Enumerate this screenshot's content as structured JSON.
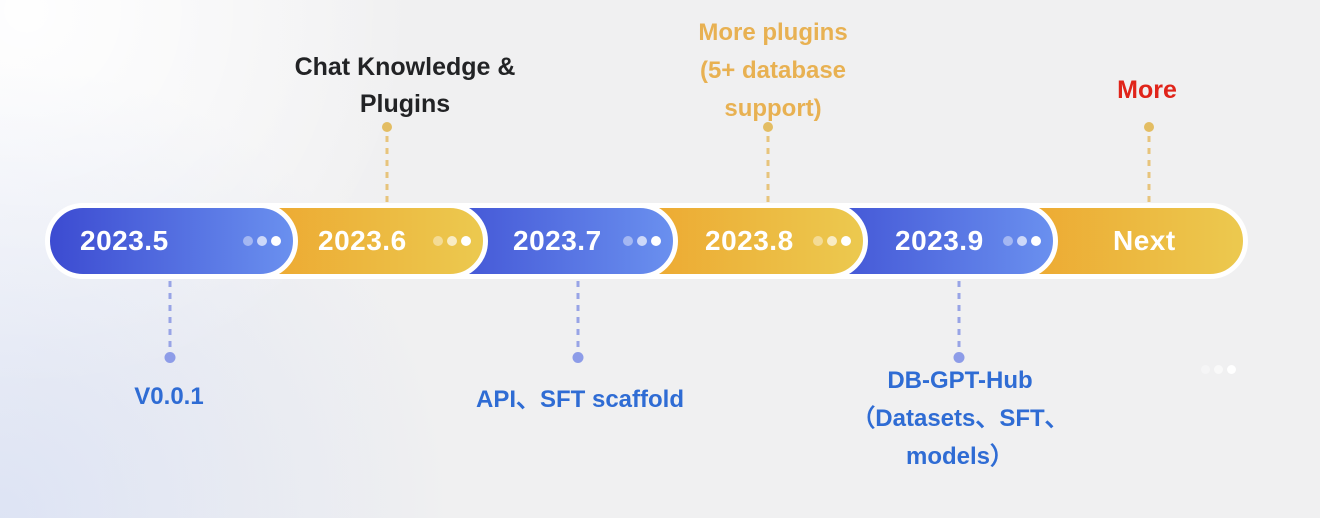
{
  "timeline": {
    "segments": [
      {
        "label": "2023.5",
        "variant": "blue",
        "has_ellipsis": true
      },
      {
        "label": "2023.6",
        "variant": "yellow",
        "has_ellipsis": true
      },
      {
        "label": "2023.7",
        "variant": "blue",
        "has_ellipsis": true
      },
      {
        "label": "2023.8",
        "variant": "yellow",
        "has_ellipsis": true
      },
      {
        "label": "2023.9",
        "variant": "blue",
        "has_ellipsis": true
      },
      {
        "label": "Next",
        "variant": "yellow",
        "has_ellipsis": false
      }
    ]
  },
  "annotations_above": [
    {
      "for": "2023.6",
      "lines": [
        "Chat Knowledge &",
        "Plugins"
      ],
      "color": "#222325"
    },
    {
      "for": "2023.8",
      "lines": [
        "More plugins",
        "(5+ database",
        "support)"
      ],
      "color": "#e8b152"
    },
    {
      "for": "Next",
      "lines": [
        "More"
      ],
      "color": "#e0241a"
    }
  ],
  "annotations_below": [
    {
      "for": "2023.5",
      "lines": [
        "V0.0.1"
      ],
      "color": "#2f6cd4"
    },
    {
      "for": "2023.7",
      "lines": [
        "API、SFT scaffold"
      ],
      "color": "#2f6cd4"
    },
    {
      "for": "2023.9",
      "lines": [
        "DB-GPT-Hub",
        "（Datasets、SFT、",
        "models）"
      ],
      "color": "#2f6cd4"
    }
  ],
  "colors": {
    "pill_blue_start": "#3c4bd1",
    "pill_blue_end": "#6a90ef",
    "pill_yellow_start": "#eda32c",
    "pill_yellow_end": "#ecc94f",
    "pill_outline": "#ffffff",
    "connector_gold": "#e7c47c",
    "connector_blue": "#98a4e6",
    "background": "#f0f0f1"
  }
}
